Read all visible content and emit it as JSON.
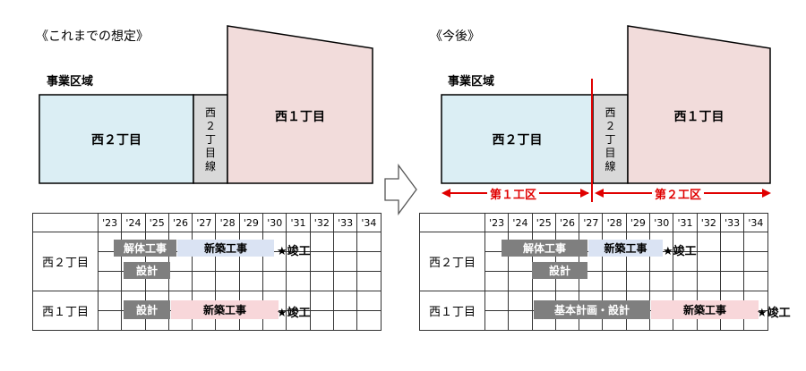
{
  "left": {
    "heading": "《これまでの想定》",
    "area_label": "事業区域",
    "block_west2": "西２丁目",
    "road": [
      "西",
      "２",
      "丁",
      "目",
      "線"
    ],
    "block_west1": "西１丁目",
    "table": {
      "years": [
        "'23",
        "'24",
        "'25",
        "'26",
        "'27",
        "'28",
        "'29",
        "'30",
        "'31",
        "'32",
        "'33",
        "'34"
      ],
      "rows": [
        "西２丁目",
        "西１丁目"
      ],
      "bars": {
        "demolition": "解体工事",
        "new_build_w2": "新築工事",
        "design_w2": "設計",
        "design_w1": "設計",
        "new_build_w1": "新築工事"
      },
      "completion_w2": "★竣工",
      "completion_w1": "★竣工"
    }
  },
  "right": {
    "heading": "《今後》",
    "area_label": "事業区域",
    "block_west2": "西２丁目",
    "road": [
      "西",
      "２",
      "丁",
      "目",
      "線"
    ],
    "block_west1": "西１丁目",
    "zone1": "第１工区",
    "zone2": "第２工区",
    "table": {
      "years": [
        "'23",
        "'24",
        "'25",
        "'26",
        "'27",
        "'28",
        "'29",
        "'30",
        "'31",
        "'32",
        "'33",
        "'34"
      ],
      "rows": [
        "西２丁目",
        "西１丁目"
      ],
      "bars": {
        "demolition": "解体工事",
        "new_build_w2": "新築工事",
        "design_w2": "設計",
        "basic_plan": "基本計画・設計",
        "new_build_w1": "新築工事"
      },
      "completion_w2": "★竣工",
      "completion_w1": "★竣工"
    }
  },
  "colors": {
    "west2_fill": "#dbeef4",
    "road_fill": "#d9d9d9",
    "west1_fill": "#f2dcdb",
    "dark_bar": "#7f7f7f",
    "blue_bar": "#dae3f3",
    "pink_bar": "#f8d7da",
    "zone_red": "#e00000"
  },
  "icons": {
    "transition_arrow": "right-arrow-outline-icon"
  }
}
